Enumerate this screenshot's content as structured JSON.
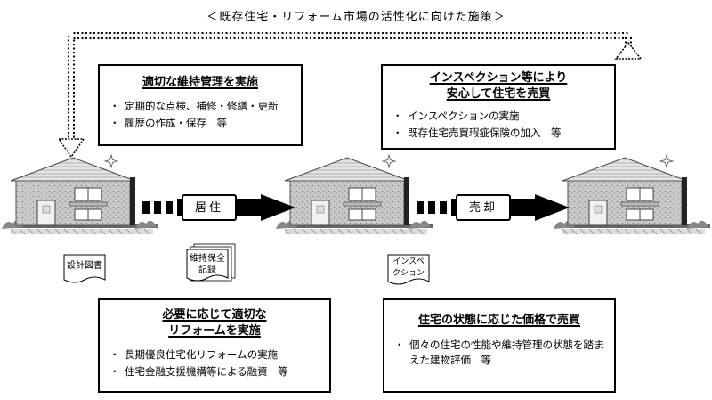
{
  "title": "＜既存住宅・リフォーム市場の活性化に向けた施策＞",
  "boxes": {
    "maintain": {
      "title": "適切な維持管理を実施",
      "items": [
        "定期的な点検、補修・修繕・更新",
        "履歴の作成・保存　等"
      ]
    },
    "inspect": {
      "title_line1": "インスペクション等により",
      "title_line2": "安心して住宅を売買",
      "items": [
        "インスペクションの実施",
        "既存住宅売買瑕疵保険の加入　等"
      ]
    },
    "reform": {
      "title_line1": "必要に応じて適切な",
      "title_line2": "リフォームを実施",
      "items": [
        "長期優良住宅化リフォームの実施",
        "住宅金融支援機構等による融資　等"
      ]
    },
    "price": {
      "title": "住宅の状態に応じた価格で売買",
      "items": [
        "個々の住宅の性能や維持管理の状態を踏まえた建物評価　等"
      ]
    }
  },
  "steps": {
    "live": "居住",
    "sell": "売却"
  },
  "documents": {
    "design": "設計図書",
    "maintenance_line1": "維持保全",
    "maintenance_line2": "記録",
    "inspection_line1": "インスペ",
    "inspection_line2": "クション"
  }
}
